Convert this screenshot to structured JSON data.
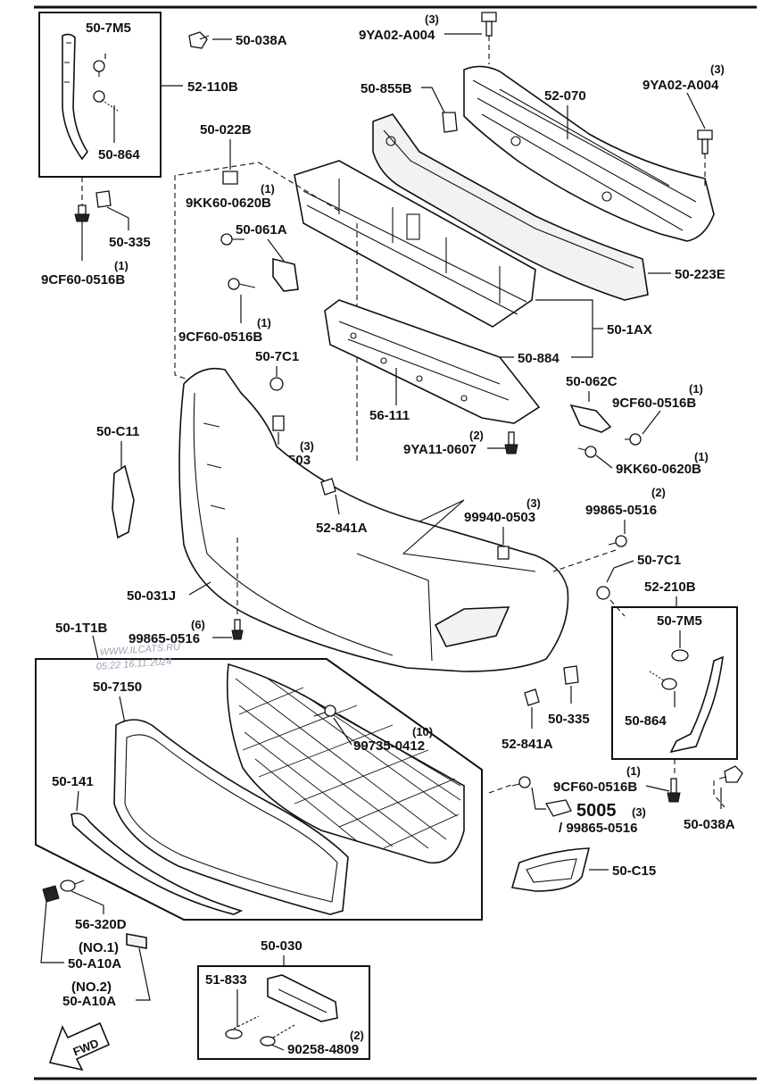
{
  "watermark": {
    "site": "WWW.ILCATS.RU",
    "timestamp": "05:22 16.11.2024"
  },
  "direction_badge": "FWD",
  "labels": {
    "p_50_7M5_tl": "50-7M5",
    "p_50_038A_top": "50-038A",
    "q_9YA02_top": "(3)",
    "p_9YA02_top": "9YA02-A004",
    "p_52_110B": "52-110B",
    "p_50_864_tl": "50-864",
    "p_50_855B": "50-855B",
    "p_52_070": "52-070",
    "q_9YA02_right": "(3)",
    "p_9YA02_right": "9YA02-A004",
    "p_50_022B": "50-022B",
    "q_9KK60_left": "(1)",
    "p_9KK60_left": "9KK60-0620B",
    "p_50_061A": "50-061A",
    "p_50_335_tl": "50-335",
    "q_9CF60_a": "(1)",
    "p_9CF60_a": "9CF60-0516B",
    "p_50_223E": "50-223E",
    "q_9CF60_b": "(1)",
    "p_9CF60_b": "9CF60-0516B",
    "p_50_1AX": "50-1AX",
    "p_50_884": "50-884",
    "p_50_7C1_mid": "50-7C1",
    "p_50_062C": "50-062C",
    "q_9CF60_c": "(1)",
    "p_9CF60_c": "9CF60-0516B",
    "p_50_C11": "50-C11",
    "p_56_111": "56-111",
    "q_99940_a": "(3)",
    "p_99940_a": "99940-0503",
    "q_9YA11": "(2)",
    "p_9YA11": "9YA11-0607",
    "q_9KK60_right": "(1)",
    "p_9KK60_right": "9KK60-0620B",
    "p_52_841A_top": "52-841A",
    "q_99940_b": "(3)",
    "p_99940_b": "99940-0503",
    "q_99865_a": "(2)",
    "p_99865_a": "99865-0516",
    "p_50_7C1_right": "50-7C1",
    "p_52_210B": "52-210B",
    "p_50_031J": "50-031J",
    "q_99865_b": "(6)",
    "p_99865_b": "99865-0516",
    "p_50_7M5_right": "50-7M5",
    "p_50_1T1B": "50-1T1B",
    "p_50_7150": "50-7150",
    "p_50_864_right": "50-864",
    "p_50_335_right": "50-335",
    "q_99735": "(10)",
    "p_99735": "99735-0412",
    "p_52_841A_bot": "52-841A",
    "p_50_141": "50-141",
    "q_9CF60_d": "(1)",
    "p_9CF60_d": "9CF60-0516B",
    "p_5005": "5005",
    "q_5005": "(3)",
    "p_99865_c": "/ 99865-0516",
    "p_50_038A_right": "50-038A",
    "p_50_C15": "50-C15",
    "p_56_320D": "56-320D",
    "n_no1": "(NO.1)",
    "p_50_A10A_1": "50-A10A",
    "n_no2": "(NO.2)",
    "p_50_A10A_2": "50-A10A",
    "p_50_030": "50-030",
    "p_51_833": "51-833",
    "q_90258": "(2)",
    "p_90258": "90258-4809"
  }
}
